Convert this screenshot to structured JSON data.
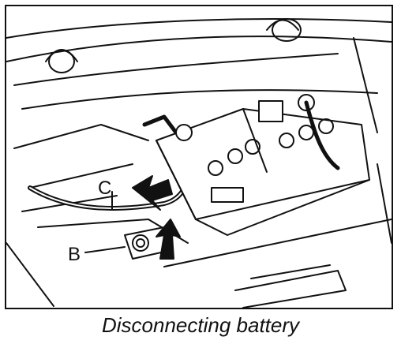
{
  "figure": {
    "labels": {
      "c": "C",
      "b": "B"
    },
    "caption": "Disconnecting battery",
    "icons": [
      "battery-illustration",
      "arrow-icon",
      "arrow-icon"
    ]
  }
}
